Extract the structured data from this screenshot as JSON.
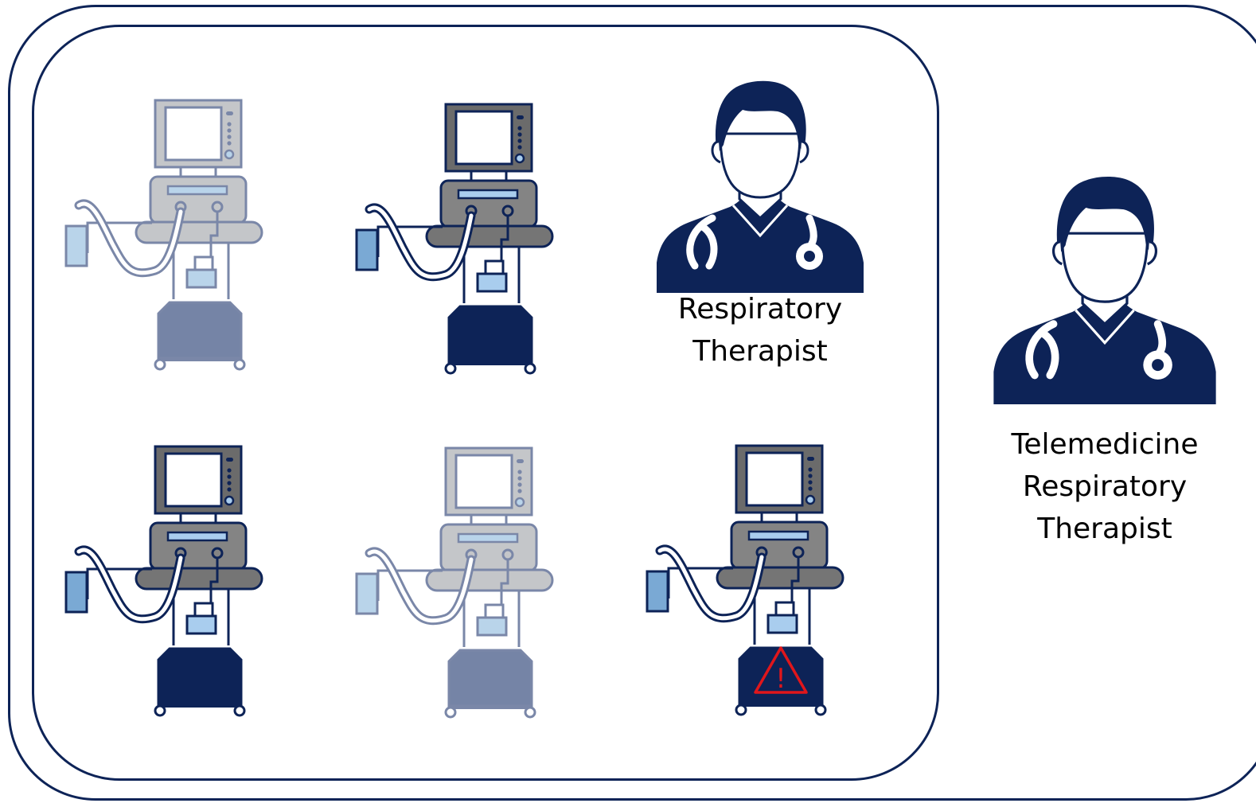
{
  "colors": {
    "navy": "#0d2357",
    "alert_red": "#e0161b"
  },
  "styles": {
    "faded": {
      "outline": "#7a87a8",
      "monitor": "#c4c6c9",
      "screen": "#ffffff",
      "body": "#c4c6c9",
      "panel": "#b9d4ea",
      "tray": "#c4c6c9",
      "base": "#7584a6",
      "bag": "#b9d4ea"
    },
    "solid": {
      "outline": "#0d2357",
      "monitor": "#6b6b6b",
      "screen": "#ffffff",
      "body": "#848484",
      "panel": "#a9cdee",
      "tray": "#757575",
      "base": "#0d2357",
      "bag": "#7aa9d4"
    }
  },
  "ventilators": [
    {
      "id": "vent-1",
      "style": "faded",
      "alert": false
    },
    {
      "id": "vent-2",
      "style": "solid",
      "alert": false
    },
    {
      "id": "vent-3",
      "style": "solid",
      "alert": false
    },
    {
      "id": "vent-4",
      "style": "faded",
      "alert": false
    },
    {
      "id": "vent-5",
      "style": "solid",
      "alert": true,
      "alert_icon": "warning-triangle-icon",
      "alert_glyph": "!"
    }
  ],
  "people": {
    "onsite": {
      "icon": "doctor-stethoscope-icon",
      "label": "Respiratory\nTherapist"
    },
    "remote": {
      "icon": "doctor-stethoscope-icon",
      "label": "Telemedicine\nRespiratory\nTherapist"
    }
  }
}
